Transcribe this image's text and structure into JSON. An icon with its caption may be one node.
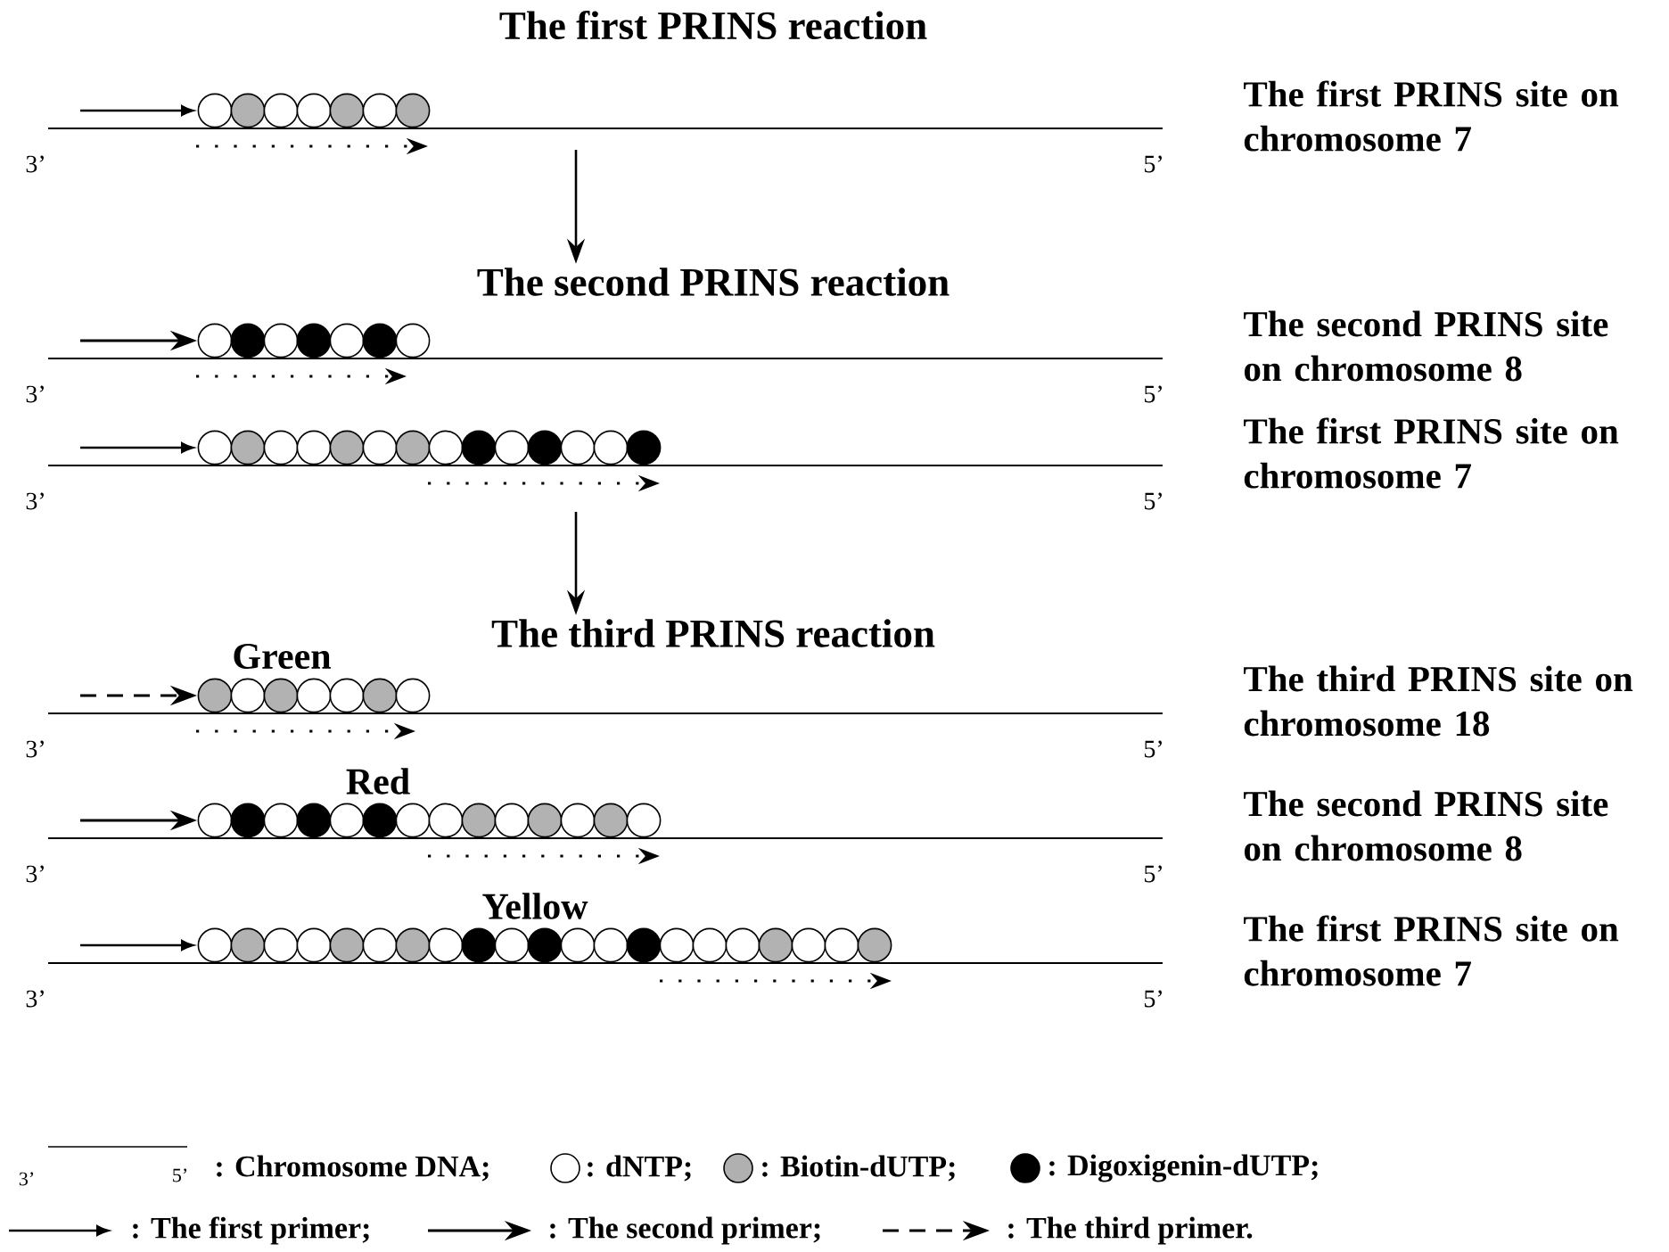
{
  "diagram": {
    "nodes": [
      {
        "text": [
          "The first PRINS reaction"
        ]
      },
      {
        "text": [
          "The second PRINS reaction"
        ]
      },
      {
        "text": [
          "The third PRINS reaction"
        ]
      }
    ],
    "edges": [
      {
        "from": null,
        "to": 1,
        "arrow": "to"
      },
      {
        "from": null,
        "to": 2,
        "arrow": "to"
      }
    ],
    "labels": [
      "The first PRINS site on chromosome 7",
      "3’",
      "5’",
      "The second PRINS site on chromosome 8",
      "3’",
      "5’",
      "The first PRINS site on chromosome 7",
      "3’",
      "5’",
      "Green",
      "The third PRINS site on chromosome 18",
      "3’",
      "5’",
      "Red",
      "The second PRINS site on chromosome 8",
      "3’",
      "5’",
      "Yellow",
      "The first PRINS site on chromosome 7",
      "3’",
      "5’",
      "3’",
      "5’"
    ],
    "legend": [
      {
        "text": ": Chromosome DNA;"
      },
      {
        "text": ": dNTP;"
      },
      {
        "text": ": Biotin-dUTP;",
        "color": "#b0b0b0"
      },
      {
        "text": ": Digoxigenin-dUTP;",
        "color": "#000000"
      },
      {
        "text": ": The first primer;"
      },
      {
        "text": ": The second primer;"
      },
      {
        "text": ": The third primer."
      }
    ]
  }
}
